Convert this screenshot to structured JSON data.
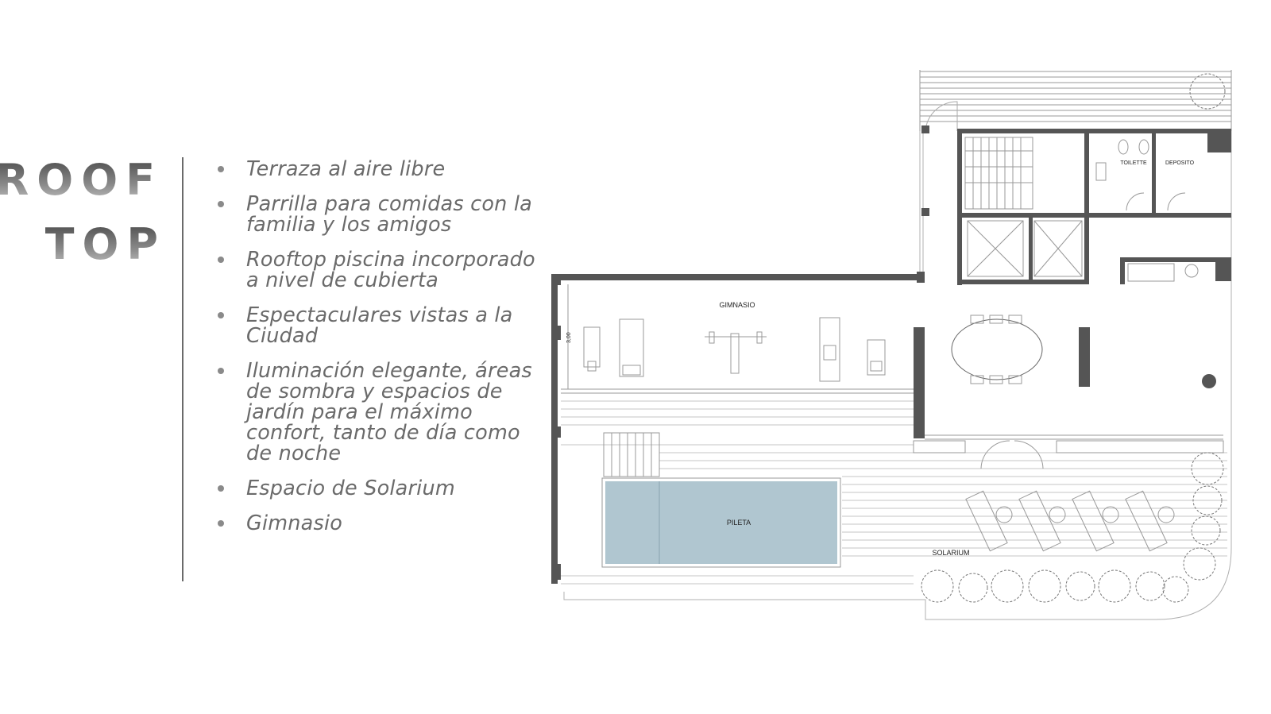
{
  "heading": {
    "line1": "ROOF",
    "line2": "TOP"
  },
  "features": [
    "Terraza al aire libre",
    "Parrilla para comidas con la familia y los amigos",
    "Rooftop piscina incorporado a nivel de cubierta",
    "Espectaculares vistas a la Ciudad",
    "Iluminación elegante, áreas de sombra y espacios de jardín para el máximo confort, tanto de día como de noche",
    "Espacio de Solarium",
    "Gimnasio"
  ],
  "plan": {
    "rooms": {
      "gym": "GIMNASIO",
      "pool": "PILETA",
      "solarium": "SOLARIUM",
      "toilet": "TOILETTE",
      "storage": "DEPOSITO"
    },
    "dimension": "3,00"
  },
  "colors": {
    "heading": "#6e6e6e",
    "text": "#6a6a6a",
    "wall": "#555555",
    "pool": "#b0c6d0"
  }
}
